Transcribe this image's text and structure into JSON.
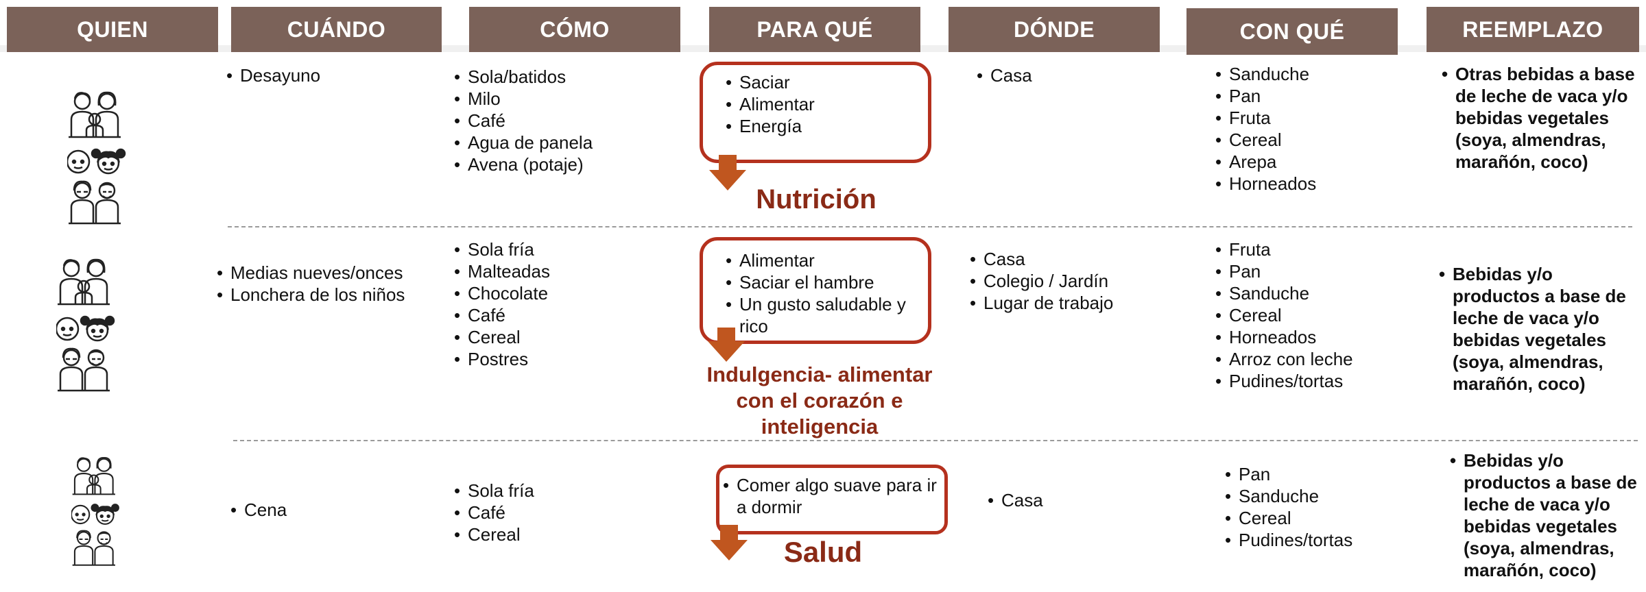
{
  "headers": [
    "QUIEN",
    "CUÁNDO",
    "CÓMO",
    "PARA QUÉ",
    "DÓNDE",
    "CON QUÉ",
    "REEMPLAZO"
  ],
  "rows": [
    {
      "cuando": [
        "Desayuno"
      ],
      "como": [
        "Sola/batidos",
        "Milo",
        "Café",
        "Agua de panela",
        "Avena (potaje)"
      ],
      "para_que": [
        "Saciar",
        "Alimentar",
        "Energía"
      ],
      "category": "Nutrición",
      "donde": [
        "Casa"
      ],
      "con_que": [
        "Sanduche",
        "Pan",
        "Fruta",
        "Cereal",
        "Arepa",
        "Horneados"
      ],
      "reemplazo": "Otras bebidas a base de leche de vaca y/o bebidas vegetales (soya, almendras, marañón, coco)"
    },
    {
      "cuando": [
        "Medias nueves/onces",
        "Lonchera de  los niños"
      ],
      "como": [
        "Sola fría",
        "Malteadas",
        "Chocolate",
        "Café",
        "Cereal",
        "Postres"
      ],
      "para_que": [
        "Alimentar",
        "Saciar el hambre",
        "Un gusto saludable y rico"
      ],
      "category": "Indulgencia- alimentar con el corazón e inteligencia",
      "donde": [
        "Casa",
        "Colegio / Jardín",
        "Lugar de trabajo"
      ],
      "con_que": [
        "Fruta",
        "Pan",
        "Sanduche",
        "Cereal",
        "Horneados",
        "Arroz con leche",
        "Pudines/tortas"
      ],
      "reemplazo": "Bebidas y/o productos a base de leche de vaca y/o bebidas vegetales (soya, almendras, marañón, coco)"
    },
    {
      "cuando": [
        "Cena"
      ],
      "como": [
        "Sola fría",
        "Café",
        "Cereal"
      ],
      "para_que": [
        "Comer algo suave para ir a dormir"
      ],
      "category": "Salud",
      "donde": [
        "Casa"
      ],
      "con_que": [
        "Pan",
        "Sanduche",
        "Cereal",
        "Pudines/tortas"
      ],
      "reemplazo": "Bebidas y/o productos a base de leche de vaca y/o bebidas vegetales (soya, almendras, marañón, coco)"
    }
  ],
  "colors": {
    "header_bg": "#7b6259",
    "accent": "#b5311e",
    "category_text": "#8a2a16"
  },
  "icons": [
    "family-icon",
    "child-boy-icon",
    "child-girl-icon",
    "grandparents-icon"
  ]
}
